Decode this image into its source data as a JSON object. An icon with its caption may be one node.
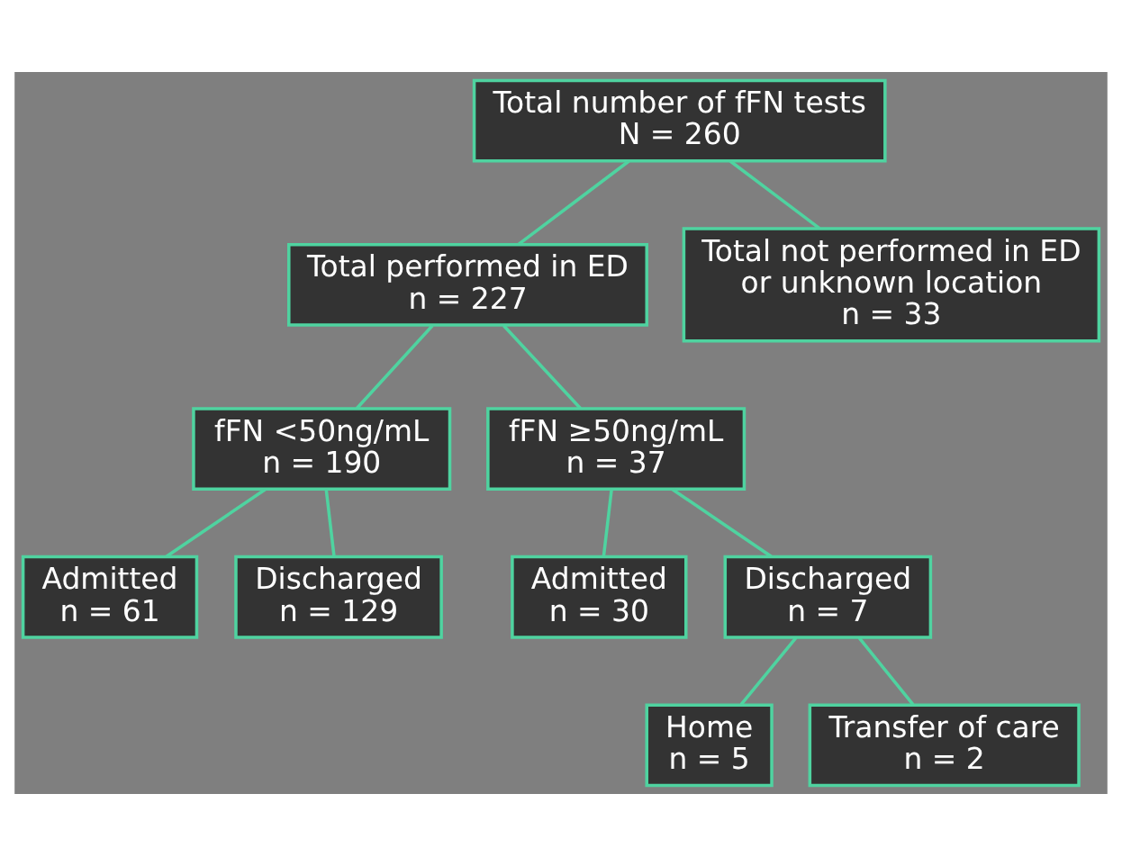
{
  "diagram": {
    "nodes": [
      {
        "text": [
          "Total number of fFN tests",
          "N = 260"
        ]
      },
      {
        "text": [
          "Total performed in ED",
          "n = 227"
        ]
      },
      {
        "text": [
          "Total not performed in ED or unknown location",
          "n = 33"
        ]
      },
      {
        "text": [
          "fFN <50ng/mL",
          "n = 190"
        ]
      },
      {
        "text": [
          "fFN ≥50ng/mL",
          "n = 37"
        ]
      },
      {
        "text": [
          "Admitted",
          "n = 61"
        ]
      },
      {
        "text": [
          "Discharged",
          "n = 129"
        ]
      },
      {
        "text": [
          "Admitted",
          "n = 30"
        ]
      },
      {
        "text": [
          "Discharged",
          "n = 7"
        ]
      },
      {
        "text": [
          "Home",
          "n = 5"
        ]
      },
      {
        "text": [
          "Transfer of care",
          "n = 2"
        ]
      }
    ],
    "edges": [
      {
        "from": 0,
        "to": 1,
        "arrow": "none"
      },
      {
        "from": 0,
        "to": 2,
        "arrow": "none"
      },
      {
        "from": 1,
        "to": 3,
        "arrow": "none"
      },
      {
        "from": 1,
        "to": 4,
        "arrow": "none"
      },
      {
        "from": 3,
        "to": 5,
        "arrow": "none"
      },
      {
        "from": 3,
        "to": 6,
        "arrow": "none"
      },
      {
        "from": 4,
        "to": 7,
        "arrow": "none"
      },
      {
        "from": 4,
        "to": 8,
        "arrow": "none"
      },
      {
        "from": 8,
        "to": 9,
        "arrow": "none"
      },
      {
        "from": 8,
        "to": 10,
        "arrow": "none"
      }
    ]
  }
}
